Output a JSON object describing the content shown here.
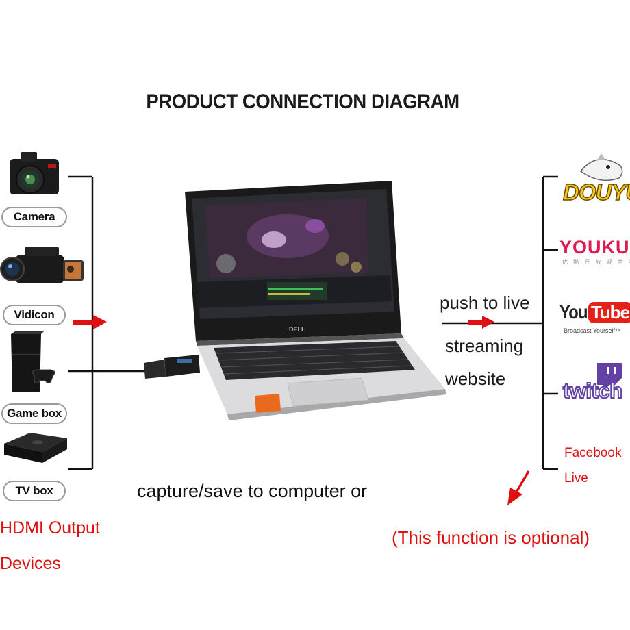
{
  "title": "PRODUCT CONNECTION DIAGRAM",
  "sources": [
    {
      "label": "Camera",
      "icon": "camera-icon"
    },
    {
      "label": "Vidicon",
      "icon": "camcorder-icon"
    },
    {
      "label": "Game box",
      "icon": "game-console-icon"
    },
    {
      "label": "TV box",
      "icon": "tv-box-icon"
    }
  ],
  "source_caption": {
    "line1": "HDMI Output",
    "line2": "Devices"
  },
  "center_caption": "capture/save to computer or",
  "stream_caption": {
    "line1": "push to live",
    "line2": "streaming",
    "line3": "website"
  },
  "platforms": {
    "douyu": "DOUYU",
    "youku": "YOUKU",
    "youku_sub": "优 酷 开 放 观 世 界",
    "youtube_you": "You",
    "youtube_tube": "Tube",
    "youtube_sub": "Broadcast Yourself™",
    "twitch": "twitch",
    "facebook_line1": "Facebook",
    "facebook_line2": "Live"
  },
  "optional_note": "(This function is optional)",
  "laptop": {
    "brand": "DELL"
  },
  "colors": {
    "accent_red": "#e01010",
    "bracket": "#111111",
    "youtube_red": "#e62117",
    "twitch_purple": "#6441a5",
    "douyu_yellow": "#f5c518"
  }
}
